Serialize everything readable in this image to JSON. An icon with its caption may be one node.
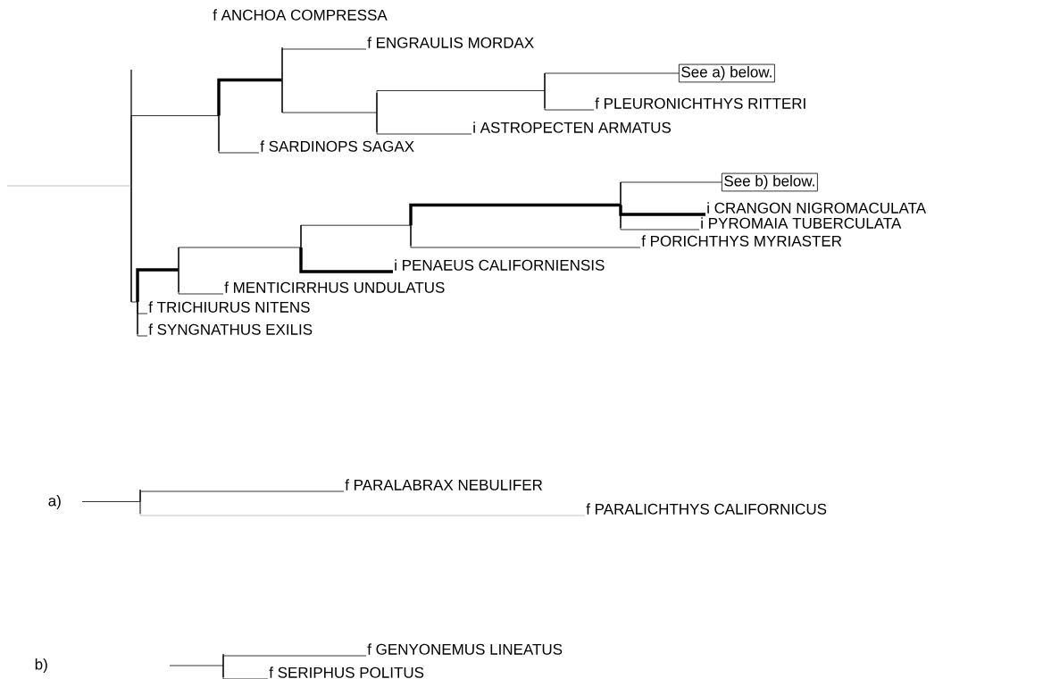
{
  "diagram": {
    "nodes": [
      {
        "text": [],
        "shape": "bar"
      },
      {
        "text": [],
        "shape": "bar"
      },
      {
        "text": [],
        "shape": "bar"
      },
      {
        "text": [
          "f ENGRAULIS MORDAX"
        ]
      },
      {
        "text": [],
        "shape": "bar"
      },
      {
        "text": [],
        "shape": "bar"
      },
      {
        "text": [
          "See a) below."
        ]
      },
      {
        "text": [
          "f PLEURONICHTHYS RITTERI"
        ]
      },
      {
        "text": [
          "i ASTROPECTEN ARMATUS"
        ]
      },
      {
        "text": [
          "f SARDINOPS SAGAX"
        ]
      },
      {
        "text": [],
        "shape": "bar"
      },
      {
        "text": [],
        "shape": "bar"
      },
      {
        "text": [],
        "shape": "bar"
      },
      {
        "text": [],
        "shape": "bar"
      },
      {
        "text": [],
        "shape": "bar"
      },
      {
        "text": [
          "See b) below."
        ]
      },
      {
        "text": [
          "i CRANGON NIGROMACULATA"
        ]
      },
      {
        "text": [
          "i PYROMAIA TUBERCULATA"
        ]
      },
      {
        "text": [
          "f PORICHTHYS MYRIASTER"
        ]
      },
      {
        "text": [
          "i PENAEUS CALIFORNIENSIS"
        ]
      },
      {
        "text": [
          "f MENTICIRRHUS UNDULATUS"
        ]
      },
      {
        "text": [
          "f TRICHIURUS NITENS"
        ]
      },
      {
        "text": [
          "f SYNGNATHUS EXILIS"
        ]
      },
      {
        "text": [],
        "shape": "bar"
      },
      {
        "text": [
          "f PARALABRAX NEBULIFER"
        ]
      },
      {
        "text": [
          "f PARALICHTHYS CALIFORNICUS"
        ]
      },
      {
        "text": [],
        "shape": "bar"
      },
      {
        "text": [
          "f GENYONEMUS LINEATUS"
        ]
      },
      {
        "text": [
          "f SERIPHUS POLITUS"
        ]
      }
    ],
    "edges": [
      {
        "from": null,
        "to": 0,
        "arrow": "none",
        "color": "#b4b4b4"
      },
      {
        "from": 0,
        "to": 1,
        "arrow": "none"
      },
      {
        "from": 0,
        "to": 10,
        "arrow": "none"
      },
      {
        "from": 1,
        "to": 2,
        "arrow": "none",
        "style": "thick"
      },
      {
        "from": 1,
        "to": 9,
        "arrow": "none"
      },
      {
        "from": 2,
        "to": 3,
        "arrow": "none"
      },
      {
        "from": 2,
        "to": 4,
        "arrow": "none"
      },
      {
        "from": 4,
        "to": 5,
        "arrow": "none"
      },
      {
        "from": 4,
        "to": 8,
        "arrow": "none"
      },
      {
        "from": 5,
        "to": 6,
        "arrow": "none"
      },
      {
        "from": 5,
        "to": 7,
        "arrow": "none"
      },
      {
        "from": 10,
        "to": 11,
        "arrow": "none",
        "style": "thick"
      },
      {
        "from": 10,
        "to": 21,
        "arrow": "none"
      },
      {
        "from": 10,
        "to": 22,
        "arrow": "none"
      },
      {
        "from": 11,
        "to": 12,
        "arrow": "none"
      },
      {
        "from": 11,
        "to": 20,
        "arrow": "none"
      },
      {
        "from": 12,
        "to": 13,
        "arrow": "none"
      },
      {
        "from": 12,
        "to": 19,
        "arrow": "none",
        "style": "thick"
      },
      {
        "from": 13,
        "to": 14,
        "arrow": "none",
        "style": "thick"
      },
      {
        "from": 13,
        "to": 18,
        "arrow": "none"
      },
      {
        "from": 14,
        "to": 15,
        "arrow": "none"
      },
      {
        "from": 14,
        "to": 16,
        "arrow": "none",
        "style": "thick"
      },
      {
        "from": 14,
        "to": 17,
        "arrow": "none"
      },
      {
        "from": null,
        "to": 23,
        "arrow": "none"
      },
      {
        "from": 23,
        "to": 24,
        "arrow": "none"
      },
      {
        "from": 23,
        "to": 25,
        "arrow": "none",
        "color": "#b4b4b4"
      },
      {
        "from": null,
        "to": 26,
        "arrow": "none"
      },
      {
        "from": 26,
        "to": 27,
        "arrow": "none"
      },
      {
        "from": 26,
        "to": 28,
        "arrow": "none"
      }
    ],
    "labels": [
      "f ANCHOA COMPRESSA",
      "a)",
      "b)"
    ]
  }
}
